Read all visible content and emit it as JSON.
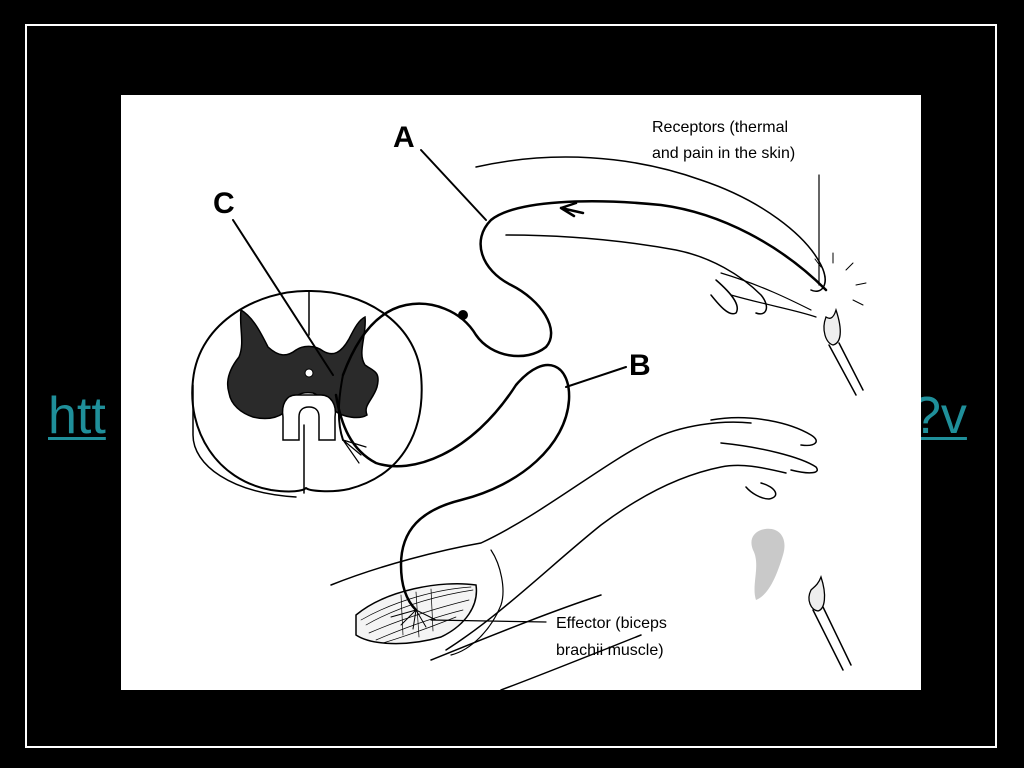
{
  "slide": {
    "link_left_text": "htt",
    "link_right_text": "?v",
    "link_color": "#1f8f9a",
    "background_color": "#000000"
  },
  "diagram": {
    "labels": {
      "a": "A",
      "b": "B",
      "c": "C"
    },
    "receptor_caption": {
      "line1": "Receptors (thermal",
      "line2": "and pain in the skin)"
    },
    "effector_caption": {
      "line1": "Effector (biceps",
      "line2": "brachii muscle)"
    }
  }
}
